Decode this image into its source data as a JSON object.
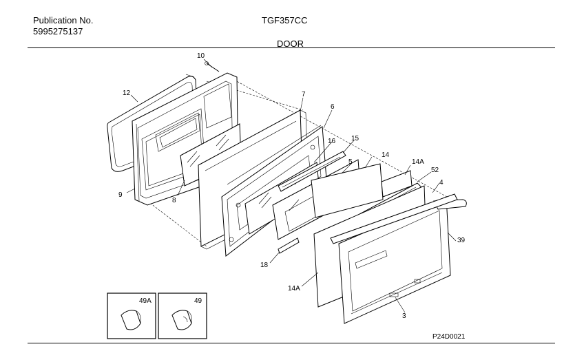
{
  "header": {
    "publication_label": "Publication No.",
    "publication_number": "5995275137",
    "model": "TGF357CC",
    "section_title": "DOOR"
  },
  "drawing_code": "P24D0021",
  "callouts": {
    "p10": "10",
    "p12": "12",
    "p9": "9",
    "p8": "8",
    "p7": "7",
    "p6": "6",
    "p16": "16",
    "p15": "15",
    "p14": "14",
    "p5": "5",
    "p14a_top": "14A",
    "p52": "52",
    "p4": "4",
    "p39": "39",
    "p18": "18",
    "p14a_bottom": "14A",
    "p3": "3",
    "p49a": "49A",
    "p49": "49"
  }
}
